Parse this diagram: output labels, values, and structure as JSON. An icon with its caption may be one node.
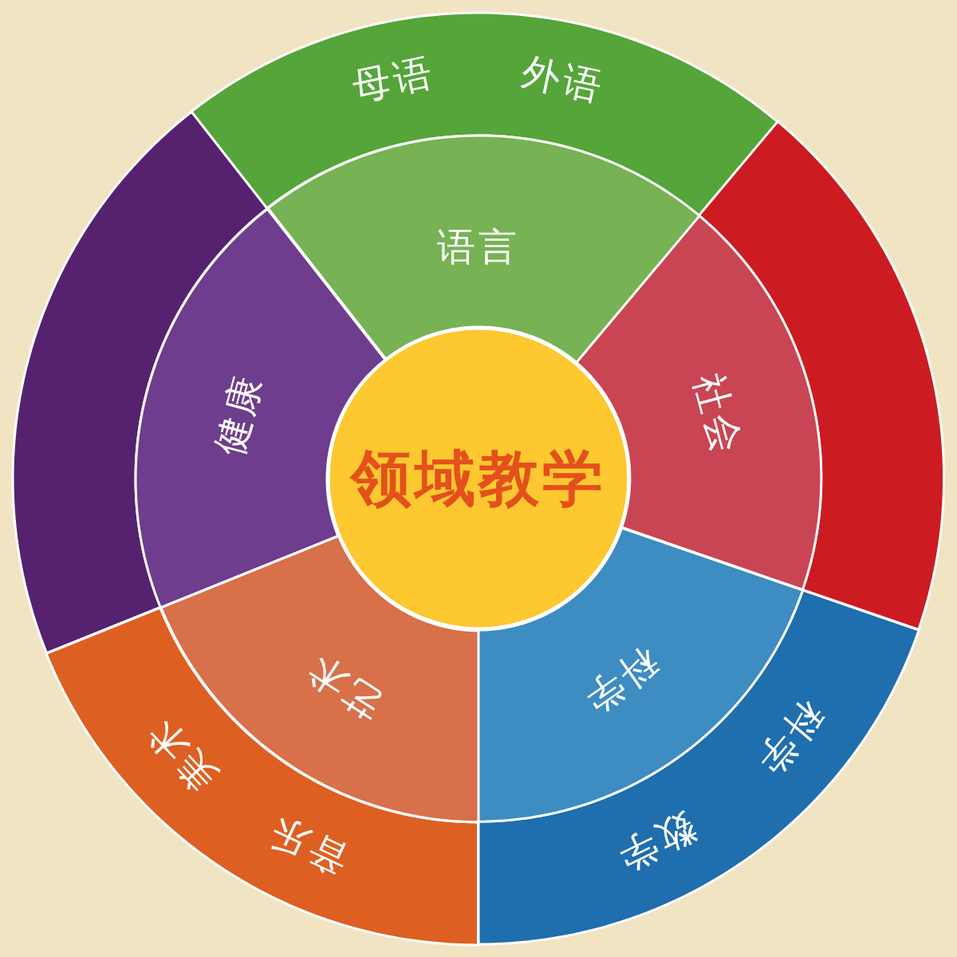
{
  "diagram": {
    "nodes": [
      {
        "text": [
          "领域教学"
        ]
      },
      {
        "text": [
          "语言"
        ]
      },
      {
        "text": [
          "社会"
        ]
      },
      {
        "text": [
          "科学"
        ]
      },
      {
        "text": [
          "艺术"
        ]
      },
      {
        "text": [
          "健康"
        ]
      },
      {
        "text": [
          "母语",
          "外语"
        ]
      },
      {
        "text": [],
        "shape": "wedge"
      },
      {
        "text": [
          "科学",
          "数学"
        ]
      },
      {
        "text": [
          "音乐",
          "美术"
        ]
      },
      {
        "text": [],
        "shape": "wedge"
      }
    ]
  }
}
